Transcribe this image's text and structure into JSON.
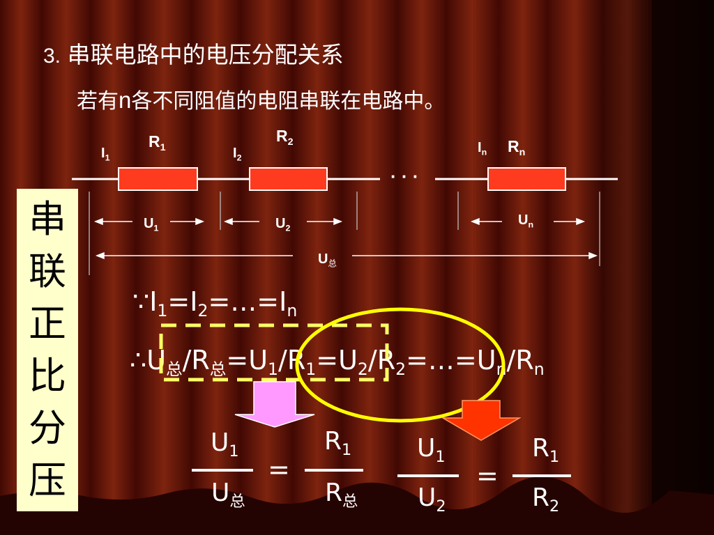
{
  "heading": {
    "number": "3.",
    "title": "串联电路中的电压分配关系"
  },
  "subtitle": {
    "pre": "若有",
    "n": "n",
    "post": "各不同阻值的电阻串联在电路中。"
  },
  "circuit": {
    "resistor1": {
      "main": "R",
      "sub": "1"
    },
    "resistor2": {
      "main": "R",
      "sub": "2"
    },
    "resistor_n": {
      "main": "R",
      "sub": "n"
    },
    "current1": {
      "main": "I",
      "sub": "1"
    },
    "current2": {
      "main": "I",
      "sub": "2"
    },
    "current_n": {
      "main": "I",
      "sub": "n"
    },
    "ellipsis": "· · ·",
    "voltage1": {
      "main": "U",
      "sub": "1"
    },
    "voltage2": {
      "main": "U",
      "sub": "2"
    },
    "voltage_n": {
      "main": "U",
      "sub": "n"
    },
    "voltage_total": {
      "main": "U",
      "sub": "总"
    },
    "resistor_color": "#ff3b1f"
  },
  "side_label": [
    "串",
    "联",
    "正",
    "比",
    "分",
    "压"
  ],
  "equation_current": {
    "because": "∵",
    "I": "I",
    "s1": "1",
    "eq1": "=",
    "s2": "2",
    "eq2": "=…=",
    "sn": "n"
  },
  "equation_ratio": {
    "therefore": "∴",
    "U": "U",
    "R": "R",
    "total_sub": "总",
    "slash": "/",
    "eq": "=",
    "s1": "1",
    "s2": "2",
    "sn": "n",
    "dots": "…"
  },
  "fraction_left": {
    "num": {
      "main": "U",
      "sub": "1"
    },
    "den": {
      "main": "U",
      "sub": "总"
    },
    "equals": "=",
    "num2": {
      "main": "R",
      "sub": "1"
    },
    "den2": {
      "main": "R",
      "sub": "总"
    }
  },
  "fraction_right": {
    "num": {
      "main": "U",
      "sub": "1"
    },
    "den": {
      "main": "U",
      "sub": "2"
    },
    "equals": "=",
    "num2": {
      "main": "R",
      "sub": "1"
    },
    "den2": {
      "main": "R",
      "sub": "2"
    }
  },
  "colors": {
    "highlight_dash": "#ffff66",
    "ellipse": "#ffff00",
    "arrow_pink": "#ff99ff",
    "arrow_red": "#ff3300",
    "side_label_bg": "#ffffcc"
  }
}
